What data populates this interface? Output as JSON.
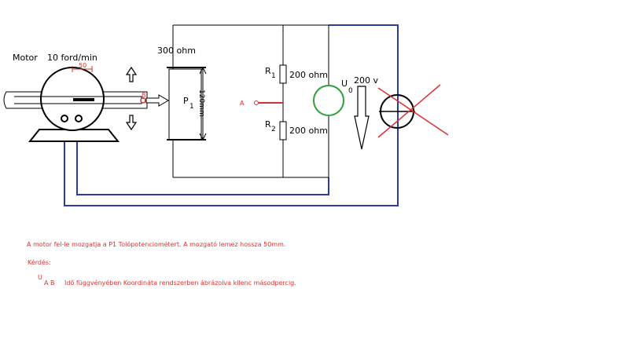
{
  "diagram": {
    "motor_label": "Motor",
    "speed_label": "10 ford/min",
    "stroke_label": "50",
    "point_b_label": "B",
    "pot_resistance": "300 ohm",
    "pot_name": "P",
    "pot_subscript": "1",
    "pot_length": "120mm",
    "point_a_label": "A",
    "r1_name": "R",
    "r1_subscript": "1",
    "r1_value": "200 ohm",
    "r2_name": "R",
    "r2_subscript": "2",
    "r2_value": "200 ohm",
    "source_name": "U",
    "source_subscript": "0",
    "source_value": "200 v"
  },
  "text": {
    "description": "A motor fel-le mozgatja a P1 Tolópotenciométert. A mozgató lemez hossza 50mm.",
    "question_heading": "Kérdés:",
    "question_symbol": "U",
    "question_points": "A B",
    "question_body": "Idő függvényében Koordináta rendszerben ábrázolva kilenc másodpercig."
  },
  "colors": {
    "wire_black": "#000000",
    "wire_blue": "#2a3d9e",
    "source_green": "#2e9e3a",
    "cross_red": "#e03030",
    "marker_red": "#cc3333",
    "text_red": "#e03030"
  }
}
